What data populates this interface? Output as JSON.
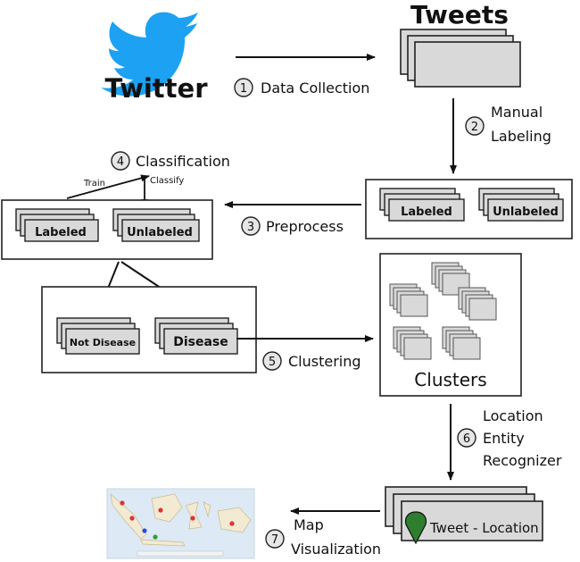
{
  "source": {
    "name": "Twitter",
    "logo_color": "#1DA1F2"
  },
  "tweets_title": "Tweets",
  "steps": [
    {
      "num": "1",
      "label": "Data Collection"
    },
    {
      "num": "2",
      "label_line1": "Manual",
      "label_line2": "Labeling"
    },
    {
      "num": "3",
      "label": "Preprocess"
    },
    {
      "num": "4",
      "label": "Classification",
      "train": "Train",
      "classify": "Classify"
    },
    {
      "num": "5",
      "label": "Clustering"
    },
    {
      "num": "6",
      "label_line1": "Location",
      "label_line2": "Entity",
      "label_line3": "Recognizer"
    },
    {
      "num": "7",
      "label_line1": "Map",
      "label_line2": "Visualization"
    }
  ],
  "cards": {
    "labeled": "Labeled",
    "unlabeled": "Unlabeled",
    "not_disease": "Not Disease",
    "disease": "Disease",
    "tweet_location": "Tweet - Location"
  },
  "clusters_title": "Clusters",
  "colors": {
    "card_fill": "#d9d9d9",
    "marker": "#2f7d2f",
    "map_sea": "#dde9f4",
    "map_land": "#f2ead2"
  }
}
